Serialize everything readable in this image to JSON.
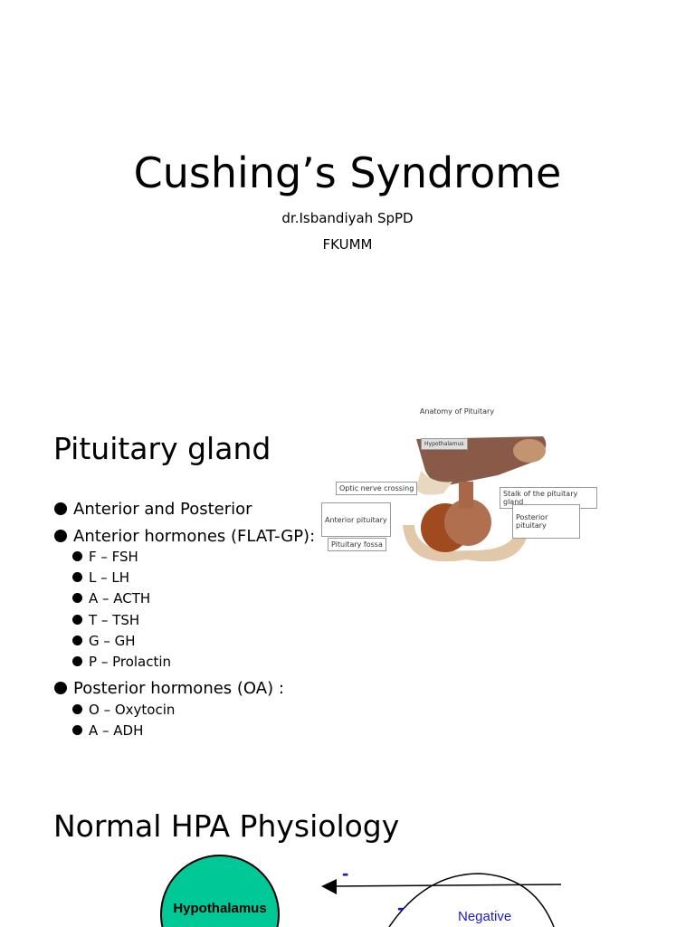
{
  "slide1": {
    "title": "Cushing’s Syndrome",
    "author": "dr.Isbandiyah SpPD",
    "institution": "FKUMM"
  },
  "slide2": {
    "title": "Pituitary gland",
    "bullets": [
      {
        "text": "Anterior and Posterior",
        "level": 1
      },
      {
        "text": "Anterior hormones (FLAT-GP):",
        "level": 1
      },
      {
        "text": "F – FSH",
        "level": 2
      },
      {
        "text": "L – LH",
        "level": 2
      },
      {
        "text": "A – ACTH",
        "level": 2
      },
      {
        "text": "T – TSH",
        "level": 2
      },
      {
        "text": "G – GH",
        "level": 2
      },
      {
        "text": "P – Prolactin",
        "level": 2
      },
      {
        "text": "Posterior hormones (OA) :",
        "level": 1
      },
      {
        "text": "O – Oxytocin",
        "level": 2
      },
      {
        "text": "A – ADH",
        "level": 2
      }
    ],
    "figure": {
      "title": "Anatomy of Pituitary",
      "labels": {
        "hypothalamus": "Hypothalamus",
        "optic": "Optic nerve crossing",
        "stalk": "Stalk of the pituitary gland",
        "anterior": "Anterior pituitary",
        "posterior": "Posterior pituitary",
        "fossa": "Pituitary fossa"
      }
    }
  },
  "slide3": {
    "title": "Normal HPA Physiology",
    "diagram": {
      "node": "Hypothalamus",
      "feedback": "Negative",
      "sign1": "-",
      "sign2": "-",
      "color": "#00c896"
    }
  }
}
